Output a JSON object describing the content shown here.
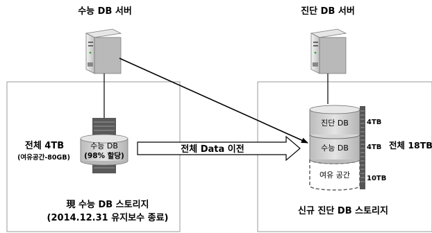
{
  "left_server": {
    "label": "수능 DB 서버"
  },
  "right_server": {
    "label": "진단 DB 서버"
  },
  "old_storage": {
    "total": "전체 4TB",
    "free": "(여유공간-80GB)",
    "disk_line1": "수능 DB",
    "disk_line2": "(98% 할당)",
    "caption_line1": "現 수능 DB 스토리지",
    "caption_line2": "(2014.12.31 유지보수 종료)"
  },
  "migration": {
    "label": "전체 Data 이전"
  },
  "new_storage": {
    "total": "전체 18TB",
    "segments": [
      {
        "label": "진단 DB",
        "size": "4TB"
      },
      {
        "label": "수능 DB",
        "size": "4TB"
      },
      {
        "label": "여유 공간",
        "size": "10TB"
      }
    ],
    "caption": "신규 진단 DB 스토리지"
  },
  "colors": {
    "box_border": "#9a9a9a",
    "disk_fill": "#c9c9c9",
    "disk_top": "#dedede",
    "rack": "#555555",
    "arrow": "#000000"
  }
}
